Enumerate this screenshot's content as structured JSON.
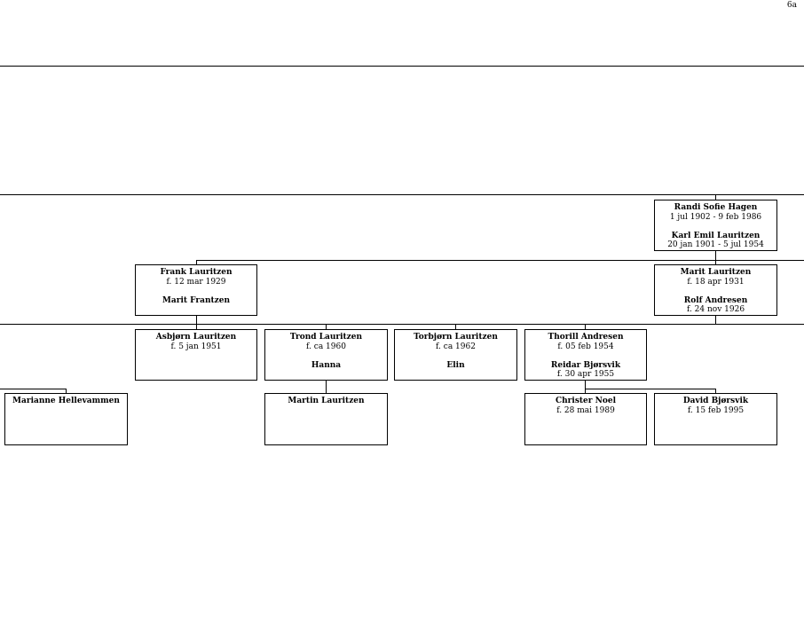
{
  "page_number": "6a",
  "persons": {
    "randi": {
      "name": "Randi Sofie Hagen",
      "dates": "1 jul 1902 - 9 feb 1986",
      "spouse": "Karl Emil Lauritzen",
      "spouse_dates": "20 jan 1901 - 5 jul 1954"
    },
    "frank": {
      "name": "Frank Lauritzen",
      "dates": "f. 12 mar 1929",
      "spouse": "Marit Frantzen",
      "spouse_dates": ""
    },
    "marit": {
      "name": "Marit Lauritzen",
      "dates": "f. 18 apr 1931",
      "spouse": "Rolf Andresen",
      "spouse_dates": "f. 24 nov 1926"
    },
    "asbjorn": {
      "name": "Asbjørn Lauritzen",
      "dates": "f. 5 jan 1951"
    },
    "trond": {
      "name": "Trond Lauritzen",
      "dates": "f. ca 1960",
      "spouse": "Hanna"
    },
    "torbjorn": {
      "name": "Torbjørn Lauritzen",
      "dates": "f. ca 1962",
      "spouse": "Elin"
    },
    "thorill": {
      "name": "Thorill Andresen",
      "dates": "f. 05 feb 1954",
      "spouse": "Reidar Bjørsvik",
      "spouse_dates": "f. 30 apr 1955"
    },
    "marianne": {
      "name": "Marianne Hellevammen"
    },
    "martin": {
      "name": "Martin Lauritzen"
    },
    "christer": {
      "name": "Christer Noel",
      "dates": "f. 28 mai 1989"
    },
    "david": {
      "name": "David Bjørsvik",
      "dates": "f. 15 feb 1995"
    }
  }
}
